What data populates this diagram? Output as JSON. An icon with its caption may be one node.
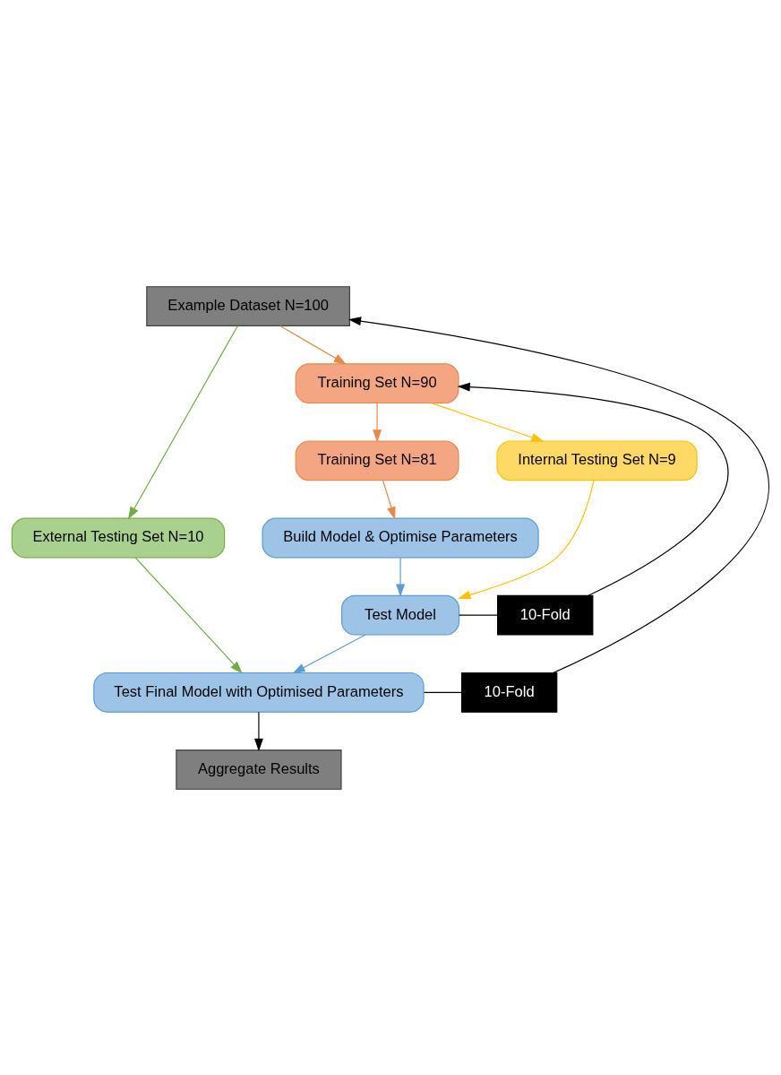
{
  "diagram": {
    "nodes": [
      {
        "text": [
          "Example Dataset N=100"
        ]
      },
      {
        "text": [
          "External Testing Set N=10"
        ]
      },
      {
        "text": [
          "Training Set N=90"
        ]
      },
      {
        "text": [
          "Training Set N=81"
        ]
      },
      {
        "text": [
          "Internal Testing Set N=9"
        ]
      },
      {
        "text": [
          "Build Model & Optimise Parameters"
        ]
      },
      {
        "text": [
          "Test Model"
        ]
      },
      {
        "text": [
          "10-Fold"
        ]
      },
      {
        "text": [
          "Test Final Model with Optimised Parameters"
        ]
      },
      {
        "text": [
          "10-Fold"
        ]
      },
      {
        "text": [
          "Aggregate Results"
        ]
      }
    ],
    "edges": [
      {
        "from": 0,
        "to": 2,
        "arrow": "to",
        "color": "#e8884a"
      },
      {
        "from": 0,
        "to": 1,
        "arrow": "to",
        "color": "#70ad47"
      },
      {
        "from": 2,
        "to": 3,
        "arrow": "to",
        "color": "#e8884a"
      },
      {
        "from": 2,
        "to": 4,
        "arrow": "to",
        "color": "#ffc000"
      },
      {
        "from": 3,
        "to": 5,
        "arrow": "to",
        "color": "#e8884a"
      },
      {
        "from": 4,
        "to": 6,
        "arrow": "to",
        "color": "#ffc000"
      },
      {
        "from": 5,
        "to": 6,
        "arrow": "to",
        "color": "#5b9bd5"
      },
      {
        "from": 6,
        "to": 7,
        "arrow": "none"
      },
      {
        "from": 7,
        "to": 2,
        "arrow": "to"
      },
      {
        "from": 1,
        "to": 8,
        "arrow": "to",
        "color": "#70ad47"
      },
      {
        "from": 6,
        "to": 8,
        "arrow": "to",
        "color": "#5b9bd5"
      },
      {
        "from": 8,
        "to": 9,
        "arrow": "none"
      },
      {
        "from": 9,
        "to": 0,
        "arrow": "to"
      },
      {
        "from": 8,
        "to": 10,
        "arrow": "to"
      }
    ]
  }
}
